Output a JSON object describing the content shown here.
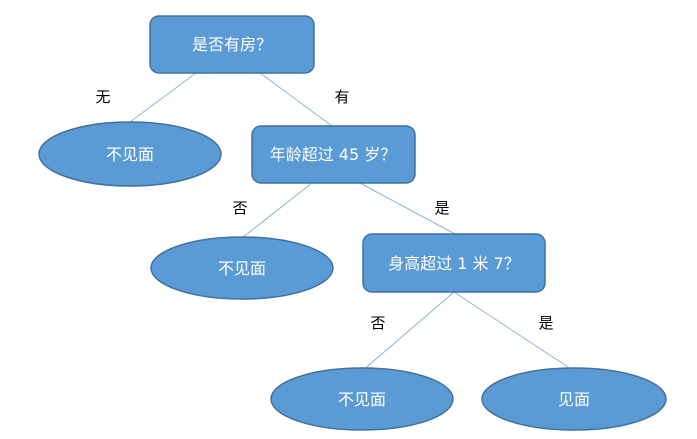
{
  "colors": {
    "node_fill": "#5b9bd5",
    "node_border": "#41719c",
    "edge": "#8db3d8",
    "node_text": "#ffffff",
    "label_text": "#000000"
  },
  "nodes": {
    "root": {
      "label": "是否有房？"
    },
    "age": {
      "label": "年龄超过 45 岁？"
    },
    "height": {
      "label": "身高超过 1 米 7？"
    },
    "leaf1": {
      "label": "不见面"
    },
    "leaf2": {
      "label": "不见面"
    },
    "leaf3": {
      "label": "不见面"
    },
    "leaf4": {
      "label": "见面"
    }
  },
  "edges": {
    "root_no": "无",
    "root_yes": "有",
    "age_no": "否",
    "age_yes": "是",
    "height_no": "否",
    "height_yes": "是"
  }
}
